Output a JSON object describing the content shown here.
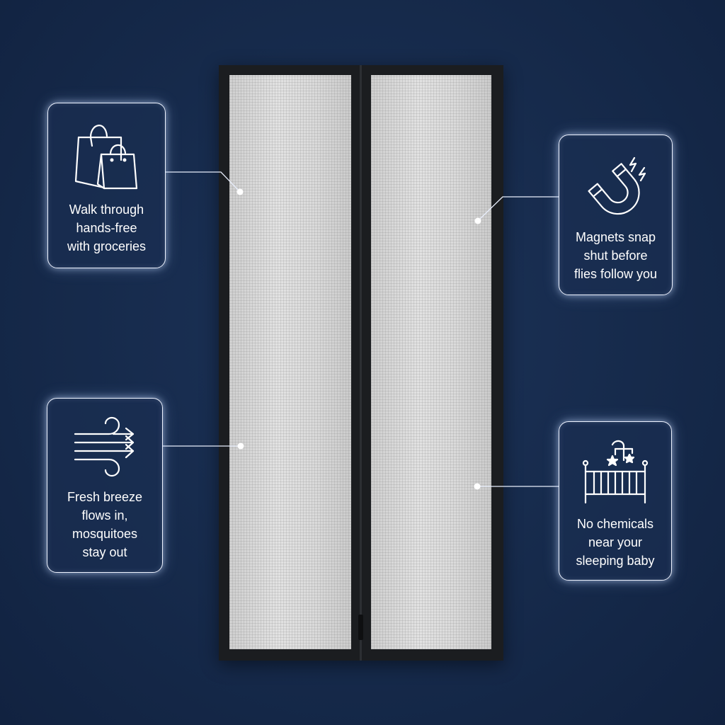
{
  "features": [
    {
      "id": "groceries",
      "icon": "shopping-bags-icon",
      "lines": [
        "Walk through",
        "hands-free",
        "with groceries"
      ]
    },
    {
      "id": "magnets",
      "icon": "magnet-icon",
      "lines": [
        "Magnets snap",
        "shut before",
        "flies follow you"
      ]
    },
    {
      "id": "breeze",
      "icon": "wind-icon",
      "lines": [
        "Fresh breeze",
        "flows in,",
        "mosquitoes",
        "stay out"
      ]
    },
    {
      "id": "baby",
      "icon": "crib-mobile-icon",
      "lines": [
        "No chemicals",
        "near your",
        "sleeping baby"
      ]
    }
  ],
  "colors": {
    "background": "#162a4b",
    "card_border": "#eef3ff",
    "door_frame": "#1b1d20",
    "mesh": "#d9d9d9"
  }
}
